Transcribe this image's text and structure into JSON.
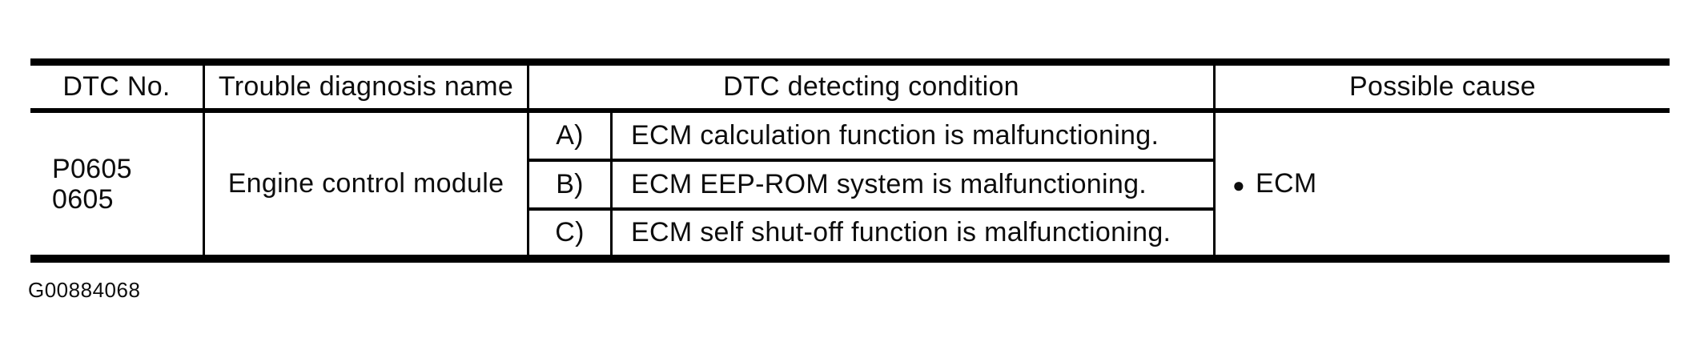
{
  "table": {
    "headers": {
      "dtc_no": "DTC No.",
      "trouble_diagnosis_name": "Trouble diagnosis name",
      "dtc_detecting_condition": "DTC detecting condition",
      "possible_cause": "Possible cause"
    },
    "row": {
      "dtc_no_lines": [
        "P0605",
        "0605"
      ],
      "trouble_diagnosis_name": "Engine control module",
      "detecting_conditions": [
        {
          "label": "A)",
          "text": "ECM calculation function is malfunctioning."
        },
        {
          "label": "B)",
          "text": "ECM EEP-ROM system is malfunctioning."
        },
        {
          "label": "C)",
          "text": "ECM self shut-off function is malfunctioning."
        }
      ],
      "possible_causes": [
        {
          "bullet": "●",
          "text": "ECM"
        }
      ]
    },
    "line_color": "#000000"
  },
  "figure_code": "G00884068"
}
